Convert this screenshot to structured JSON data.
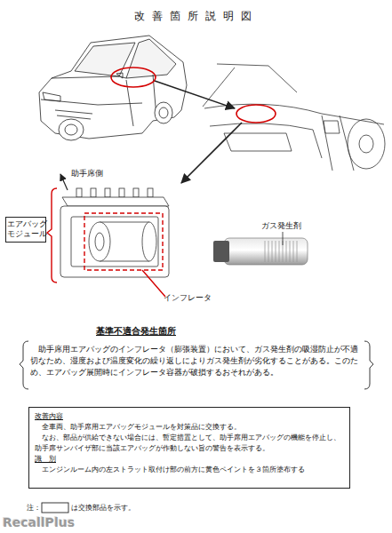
{
  "diagram": {
    "title": "改善箇所説明図",
    "nodes": [
      {
        "text": [
          "エアバッグ モジュール"
        ]
      },
      {
        "text": [
          "改善内容",
          "全車両、助手席用エアバッグモジュールを対策品に交換する。",
          "なお、部品が供給できない場合には、暫定措置として、助手席用エアバッグの機能を停止し、助手席サンバイザ部に当該エアバッグが作動しない旨の警告を表示する。",
          "識　別",
          "エンジンルーム内の左ストラット取付け部の前方に黄色ペイントを３箇所塗布する"
        ]
      }
    ],
    "labels": [
      "助手席側",
      "ガス発生剤",
      "インフレータ",
      "基準不適合発生箇所",
      "助手席用エアバッグのインフレータ（膨張装置）において、ガス発生剤の吸湿防止が不適切なため、湿度および温度変化の繰り返しによりガス発生剤が劣化することがある。このため、エアバッグ展開時にインフレータ容器が破損するおそれがある。",
      "注：",
      "は交換部品を示す。",
      "RecallPlus"
    ]
  }
}
